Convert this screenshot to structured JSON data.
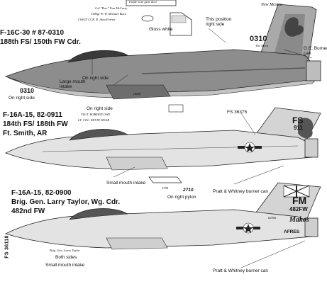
{
  "top_note": "Inside nose gear door",
  "aircraft1": {
    "line1": "F-16C-30  # 87-0310",
    "line2": "188th FS/ 150th FW Cdr.",
    "crew1": "Col \"Pete\" Tom McCarty",
    "crew2": "CMSgt W. W. Michael Baca",
    "crew3": "ChSGT CCR. R. Alan Ferrett",
    "gloss_white": "Gloss white",
    "position_note": "This position right side",
    "state_label": "New Mexico",
    "tail_number": "0310",
    "tail_sub": "The Tacos",
    "ge_burner": "G.E. Burner can",
    "on_right_side": "On right side",
    "large_intake": "Large mouth intake",
    "nose_number": "0310",
    "small_code": "[B48]"
  },
  "aircraft2": {
    "line1": "F-16A-15, 82-0911",
    "line2": "184th FS/ 188th FW",
    "line3": "Ft. Smith, AR",
    "on_right_side": "On right side",
    "crew1": "TSGT. ROBERTLOWE",
    "crew2": "LT. COL. KEVIN WEAR",
    "fs_code": "FS 36375",
    "tail_code": "FS",
    "tail_number": "911",
    "small_intake": "Small mouth intake",
    "pw_burner": "Pratt & Whitney burner can",
    "right_pylon": "On right pylon",
    "pylon_num1": "2798",
    "pylon_num2": "2710"
  },
  "aircraft3": {
    "line1": "F-16A-15, 82-0900",
    "line2": "Brig. Gen. Larry Taylor, Wg. Cdr.",
    "line3": "482nd FW",
    "tail_code": "FM",
    "tail_sub": "482FW",
    "makos": "Makos",
    "afres": "AFRES",
    "serial": "82900",
    "pilot": "Brig. Gen. Larry Taylor",
    "both_sides": "Both sides",
    "small_intake": "Small mouth intake",
    "pw_burner": "Pratt & Whitney burner can"
  },
  "side_text": "FS 36118",
  "colors": {
    "dark_gray": "#7b7b7b",
    "light_gray": "#b9b9b9",
    "line": "#222222"
  }
}
